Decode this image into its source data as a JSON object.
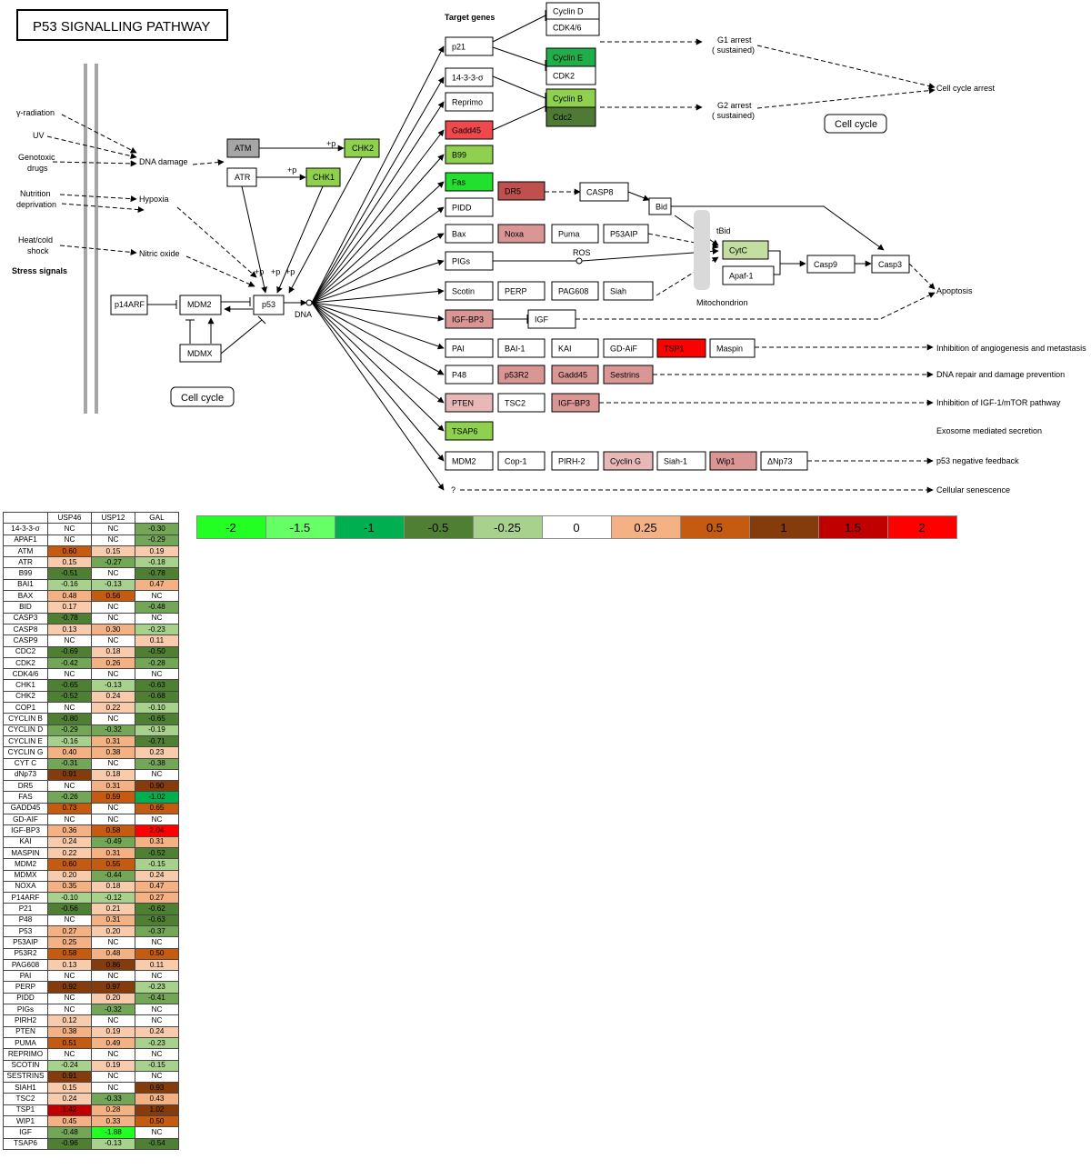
{
  "title": "P53 SIGNALLING PATHWAY",
  "stress": {
    "heading": "Stress signals",
    "signals": [
      "γ-radiation",
      "UV",
      "Genotoxic drugs",
      "Nutrition deprivation",
      "Heat/cold shock"
    ],
    "outcomes": [
      "DNA damage",
      "Hypoxia",
      "Nitric oxide"
    ]
  },
  "core": {
    "p14": "p14ARF",
    "mdm2": "MDM2",
    "mdmx": "MDMX",
    "p53": "p53",
    "dna": "DNA",
    "atm": "ATM",
    "atr": "ATR",
    "chk1": "CHK1",
    "chk2": "CHK2",
    "cell_cycle": "Cell cycle",
    "phos": "+p"
  },
  "target_genes_heading": "Target genes",
  "pathway": {
    "cell_cycle": "Cell cycle",
    "g1": "G1 arrest ( sustained)",
    "g2": "G2 arrest ( sustained)",
    "cell_cycle_arrest": "Cell cycle arrest",
    "ros": "ROS",
    "tbid": "tBid",
    "mitochondrion": "Mitochondrion",
    "apoptosis": "Apoptosis",
    "outcomes": [
      "Inhibition of angiogenesis and metastasis",
      "DNA repair and damage prevention",
      "Inhibition of IGF-1/mTOR pathway",
      "Exosome mediated secretion",
      "p53 negative feedback",
      "Cellular senescence"
    ],
    "question": "?"
  },
  "nodes": [
    {
      "id": "cyclinD",
      "label": "Cyclin D",
      "color": "#ffffff"
    },
    {
      "id": "cdk46",
      "label": "CDK4/6",
      "color": "#ffffff"
    },
    {
      "id": "cyclinE",
      "label": "Cyclin E",
      "color": "#1fae4a"
    },
    {
      "id": "cdk2",
      "label": "CDK2",
      "color": "#ffffff"
    },
    {
      "id": "cyclinB",
      "label": "Cyclin B",
      "color": "#8fd14f"
    },
    {
      "id": "cdc2",
      "label": "Cdc2",
      "color": "#4e7a35"
    },
    {
      "id": "p21",
      "label": "p21",
      "color": "#ffffff"
    },
    {
      "id": "s1433",
      "label": "14-3-3-σ",
      "color": "#ffffff"
    },
    {
      "id": "reprimo",
      "label": "Reprimo",
      "color": "#ffffff"
    },
    {
      "id": "gadd45a",
      "label": "Gadd45",
      "color": "#f0494d"
    },
    {
      "id": "b99",
      "label": "B99",
      "color": "#8fd14f"
    },
    {
      "id": "fas",
      "label": "Fas",
      "color": "#22e02e"
    },
    {
      "id": "dr5",
      "label": "DR5",
      "color": "#c0504d"
    },
    {
      "id": "casp8",
      "label": "CASP8",
      "color": "#ffffff"
    },
    {
      "id": "bid",
      "label": "Bid",
      "color": "#ffffff"
    },
    {
      "id": "pidd",
      "label": "PIDD",
      "color": "#ffffff"
    },
    {
      "id": "bax",
      "label": "Bax",
      "color": "#ffffff"
    },
    {
      "id": "noxa",
      "label": "Noxa",
      "color": "#d99694"
    },
    {
      "id": "puma",
      "label": "Puma",
      "color": "#ffffff"
    },
    {
      "id": "p53aip",
      "label": "P53AIP",
      "color": "#ffffff"
    },
    {
      "id": "cytc",
      "label": "CytC",
      "color": "#c3dea0"
    },
    {
      "id": "apaf1",
      "label": "Apaf-1",
      "color": "#ffffff"
    },
    {
      "id": "casp9",
      "label": "Casp9",
      "color": "#ffffff"
    },
    {
      "id": "casp3",
      "label": "Casp3",
      "color": "#ffffff"
    },
    {
      "id": "pigs",
      "label": "PIGs",
      "color": "#ffffff"
    },
    {
      "id": "scotin",
      "label": "Scotin",
      "color": "#ffffff"
    },
    {
      "id": "perp",
      "label": "PERP",
      "color": "#ffffff"
    },
    {
      "id": "pag608",
      "label": "PAG608",
      "color": "#ffffff"
    },
    {
      "id": "siah",
      "label": "Siah",
      "color": "#ffffff"
    },
    {
      "id": "igfbp3a",
      "label": "IGF-BP3",
      "color": "#d99694"
    },
    {
      "id": "igf",
      "label": "IGF",
      "color": "#ffffff"
    },
    {
      "id": "pai",
      "label": "PAI",
      "color": "#ffffff"
    },
    {
      "id": "bai1",
      "label": "BAI-1",
      "color": "#ffffff"
    },
    {
      "id": "kai",
      "label": "KAI",
      "color": "#ffffff"
    },
    {
      "id": "gdaif",
      "label": "GD-AiF",
      "color": "#ffffff"
    },
    {
      "id": "tsp1",
      "label": "TSP1",
      "color": "#ff0000"
    },
    {
      "id": "maspin",
      "label": "Maspin",
      "color": "#ffffff"
    },
    {
      "id": "p48",
      "label": "P48",
      "color": "#ffffff"
    },
    {
      "id": "p53r2",
      "label": "p53R2",
      "color": "#d99694"
    },
    {
      "id": "gadd45b",
      "label": "Gadd45",
      "color": "#d99694"
    },
    {
      "id": "sestrins",
      "label": "Sestrins",
      "color": "#d99694"
    },
    {
      "id": "pten",
      "label": "PTEN",
      "color": "#e6b9b8"
    },
    {
      "id": "tsc2",
      "label": "TSC2",
      "color": "#ffffff"
    },
    {
      "id": "igfbp3b",
      "label": "IGF-BP3",
      "color": "#d99694"
    },
    {
      "id": "tsap6",
      "label": "TSAP6",
      "color": "#8fd14f"
    },
    {
      "id": "mdm2t",
      "label": "MDM2",
      "color": "#ffffff"
    },
    {
      "id": "cop1",
      "label": "Cop-1",
      "color": "#ffffff"
    },
    {
      "id": "pirh2",
      "label": "PIRH-2",
      "color": "#ffffff"
    },
    {
      "id": "cyclinG",
      "label": "Cyclin G",
      "color": "#e6b9b8"
    },
    {
      "id": "siah1",
      "label": "Siah-1",
      "color": "#ffffff"
    },
    {
      "id": "wip1",
      "label": "Wip1",
      "color": "#d99694"
    },
    {
      "id": "dnp73",
      "label": "ΔNp73",
      "color": "#ffffff"
    }
  ],
  "legend": {
    "bins": [
      {
        "label": "-2",
        "color": "#22ff22"
      },
      {
        "label": "-1.5",
        "color": "#66ff66"
      },
      {
        "label": "-1",
        "color": "#00b050"
      },
      {
        "label": "-0.5",
        "color": "#4f7f33"
      },
      {
        "label": "-0.25",
        "color": "#a9d18e"
      },
      {
        "label": "0",
        "color": "#ffffff"
      },
      {
        "label": "0.25",
        "color": "#f4b183"
      },
      {
        "label": "0.5",
        "color": "#c55a11"
      },
      {
        "label": "1",
        "color": "#843c0c"
      },
      {
        "label": "1.5",
        "color": "#c00000"
      },
      {
        "label": "2",
        "color": "#ff0000"
      }
    ]
  },
  "table": {
    "headers": [
      "",
      "USP46",
      "USP12",
      "GAL"
    ],
    "rows": [
      [
        "14-3-3-σ",
        "NC",
        "NC",
        "-0.30"
      ],
      [
        "APAF1",
        "NC",
        "NC",
        "-0.29"
      ],
      [
        "ATM",
        "0.60",
        "0.15",
        "0.19"
      ],
      [
        "ATR",
        "0.15",
        "-0.27",
        "-0.18"
      ],
      [
        "B99",
        "-0.51",
        "NC",
        "-0.78"
      ],
      [
        "BAI1",
        "-0.16",
        "-0.13",
        "0.47"
      ],
      [
        "BAX",
        "0.48",
        "0.56",
        "NC"
      ],
      [
        "BID",
        "0.17",
        "NC",
        "-0.48"
      ],
      [
        "CASP3",
        "-0.78",
        "NC",
        "NC"
      ],
      [
        "CASP8",
        "0.13",
        "0.30",
        "-0.23"
      ],
      [
        "CASP9",
        "NC",
        "NC",
        "0.11"
      ],
      [
        "CDC2",
        "-0.69",
        "0.18",
        "-0.50"
      ],
      [
        "CDK2",
        "-0.42",
        "0.26",
        "-0.28"
      ],
      [
        "CDK4/6",
        "NC",
        "NC",
        "NC"
      ],
      [
        "CHK1",
        "-0.65",
        "-0.13",
        "-0.63"
      ],
      [
        "CHK2",
        "-0.52",
        "0.24",
        "-0.68"
      ],
      [
        "COP1",
        "NC",
        "0.22",
        "-0.10"
      ],
      [
        "CYCLIN B",
        "-0.80",
        "NC",
        "-0.65"
      ],
      [
        "CYCLIN D",
        "-0.29",
        "-0.32",
        "-0.19"
      ],
      [
        "CYCLIN E",
        "-0.16",
        "0.31",
        "-0.71"
      ],
      [
        "CYCLIN G",
        "0.40",
        "0.38",
        "0.23"
      ],
      [
        "CYT C",
        "-0.31",
        "NC",
        "-0.38"
      ],
      [
        "dNp73",
        "0.91",
        "0.18",
        "NC"
      ],
      [
        "DR5",
        "NC",
        "0.31",
        "0.90"
      ],
      [
        "FAS",
        "-0.26",
        "0.59",
        "-1.02"
      ],
      [
        "GADD45",
        "0.73",
        "NC",
        "0.65"
      ],
      [
        "GD-AIF",
        "NC",
        "NC",
        "NC"
      ],
      [
        "IGF-BP3",
        "0.36",
        "0.58",
        "2.04"
      ],
      [
        "KAI",
        "0.24",
        "-0.49",
        "0.31"
      ],
      [
        "MASPIN",
        "0.22",
        "0.31",
        "-0.52"
      ],
      [
        "MDM2",
        "0.60",
        "0.55",
        "-0.15"
      ],
      [
        "MDMX",
        "0.20",
        "-0.44",
        "0.24"
      ],
      [
        "NOXA",
        "0.35",
        "0.18",
        "0.47"
      ],
      [
        "P14ARF",
        "-0.10",
        "-0.12",
        "0.27"
      ],
      [
        "P21",
        "-0.56",
        "0.21",
        "-0.62"
      ],
      [
        "P48",
        "NC",
        "0.31",
        "-0.63"
      ],
      [
        "P53",
        "0.27",
        "0.20",
        "-0.37"
      ],
      [
        "P53AIP",
        "0.25",
        "NC",
        "NC"
      ],
      [
        "P53R2",
        "0.58",
        "0.48",
        "0.50"
      ],
      [
        "PAG608",
        "0.13",
        "0.86",
        "0.11"
      ],
      [
        "PAI",
        "NC",
        "NC",
        "NC"
      ],
      [
        "PERP",
        "0.92",
        "0.97",
        "-0.23"
      ],
      [
        "PIDD",
        "NC",
        "0.20",
        "-0.41"
      ],
      [
        "PIGs",
        "NC",
        "-0.32",
        "NC"
      ],
      [
        "PIRH2",
        "0.12",
        "NC",
        "NC"
      ],
      [
        "PTEN",
        "0.38",
        "0.19",
        "0.24"
      ],
      [
        "PUMA",
        "0.51",
        "0.49",
        "-0.23"
      ],
      [
        "REPRIMO",
        "NC",
        "NC",
        "NC"
      ],
      [
        "SCOTIN",
        "-0.24",
        "0.19",
        "-0.15"
      ],
      [
        "SESTRINS",
        "0.91",
        "NC",
        "NC"
      ],
      [
        "SIAH1",
        "0.15",
        "NC",
        "0.93"
      ],
      [
        "TSC2",
        "0.24",
        "-0.33",
        "0.43"
      ],
      [
        "TSP1",
        "1.42",
        "0.28",
        "1.02"
      ],
      [
        "WIP1",
        "0.45",
        "0.33",
        "0.50"
      ],
      [
        "IGF",
        "-0.48",
        "-1.88",
        "NC"
      ],
      [
        "TSAP6",
        "-0.96",
        "-0.13",
        "-0.54"
      ]
    ]
  }
}
